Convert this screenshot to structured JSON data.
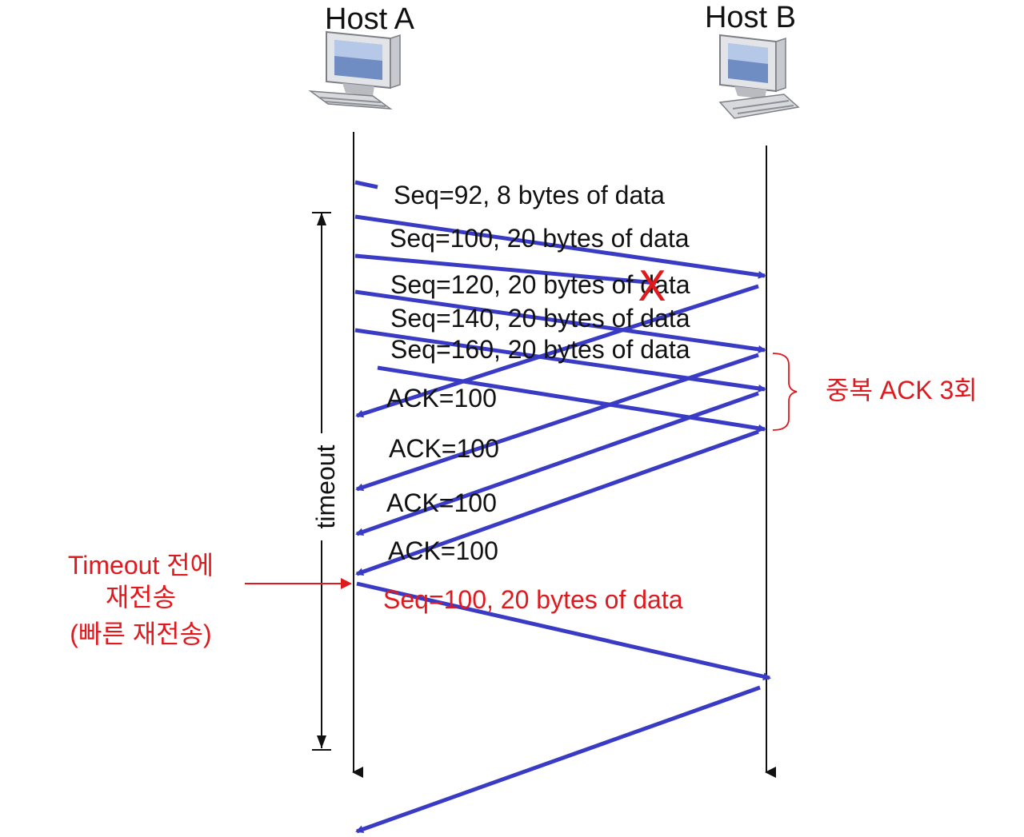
{
  "hosts": {
    "a": "Host A",
    "b": "Host B"
  },
  "colors": {
    "arrow": "#3a3bc4",
    "highlight": "#e0191e",
    "text": "#111111"
  },
  "messages": {
    "seq92": "Seq=92, 8 bytes of data",
    "seq100": "Seq=100, 20 bytes of data",
    "seq120": "Seq=120, 20 bytes of data",
    "seq140": "Seq=140, 20 bytes of data",
    "seq160": "Seq=160, 20 bytes of data",
    "ack1": "ACK=100",
    "ack2": "ACK=100",
    "ack3": "ACK=100",
    "ack4": "ACK=100",
    "retransmit": "Seq=100, 20 bytes of data"
  },
  "annotations": {
    "lost_mark": "X",
    "duplicate_ack": "중복 ACK 3회",
    "timeout": "timeout",
    "fast_retransmit_line1": "Timeout 전에",
    "fast_retransmit_line2": "재전송",
    "fast_retransmit_line3": "(빠른 재전송)"
  },
  "icons": [
    "computer-icon",
    "computer-icon"
  ]
}
